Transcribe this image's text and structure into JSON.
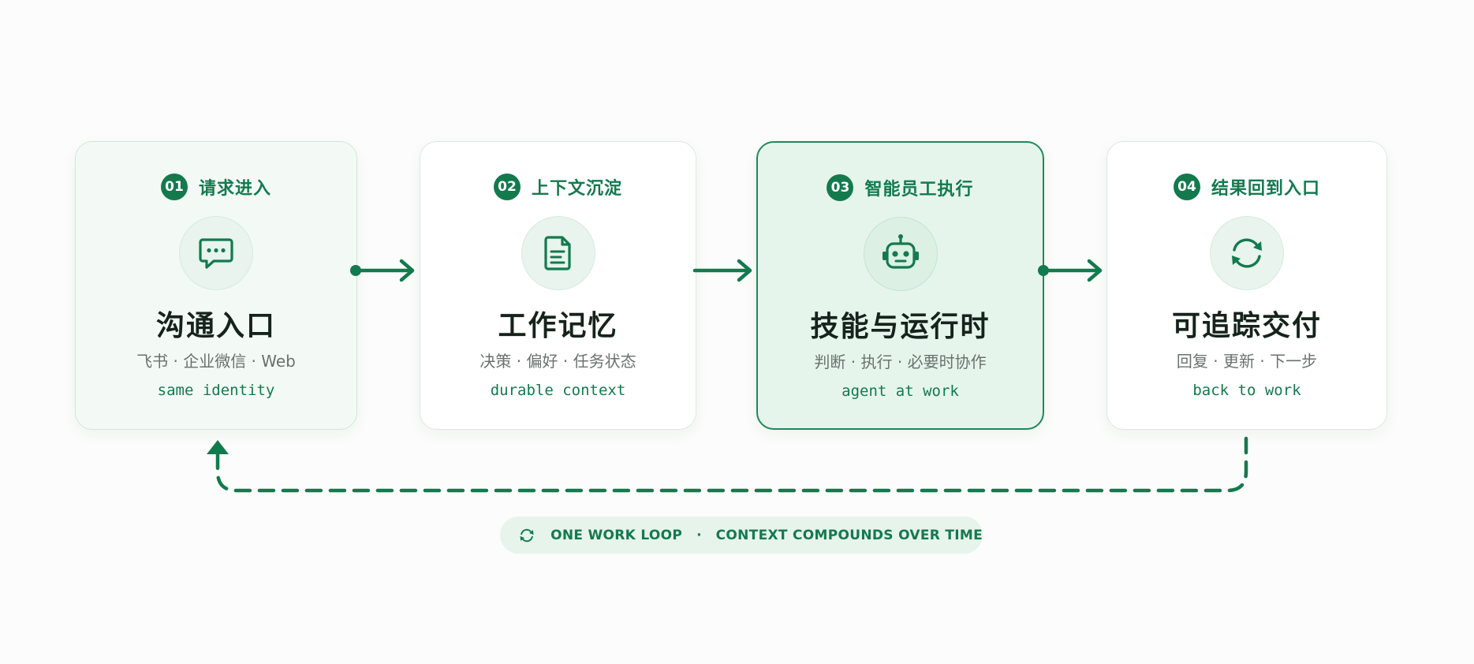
{
  "colors": {
    "accent": "#137a4e",
    "background": "#fbfcfb",
    "card_tint": "#f3faf6",
    "card_active": "#e6f5ec",
    "title": "#15231c",
    "subtitle": "#6a726e"
  },
  "steps": [
    {
      "number": "01",
      "label": "请求进入",
      "icon": "chat-bubble-icon",
      "title": "沟通入口",
      "subtitle": "飞书 · 企业微信 · Web",
      "mono": "same identity"
    },
    {
      "number": "02",
      "label": "上下文沉淀",
      "icon": "document-icon",
      "title": "工作记忆",
      "subtitle": "决策 · 偏好 · 任务状态",
      "mono": "durable context"
    },
    {
      "number": "03",
      "label": "智能员工执行",
      "icon": "robot-icon",
      "title": "技能与运行时",
      "subtitle": "判断 · 执行 · 必要时协作",
      "mono": "agent at work"
    },
    {
      "number": "04",
      "label": "结果回到入口",
      "icon": "refresh-icon",
      "title": "可追踪交付",
      "subtitle": "回复 · 更新 · 下一步",
      "mono": "back to work"
    }
  ],
  "loop": {
    "icon": "refresh-icon",
    "text_left": "ONE WORK LOOP",
    "separator": "·",
    "text_right": "CONTEXT COMPOUNDS OVER TIME"
  }
}
